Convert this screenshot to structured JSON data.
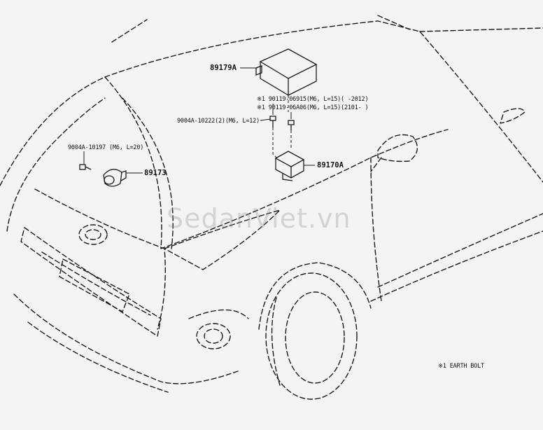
{
  "parts": {
    "p89179A": "89179A",
    "p89170A": "89170A",
    "p89173": "89173",
    "bolt_a": "9004A-10222(2)(M6, L=12)",
    "bolt_b": "9004A-10197 (M6, L=20)",
    "bolt_c": "※1  90119-06915(M6, L=15)(      -2012)",
    "bolt_d": "※1  90119-06A06(M6, L=15)(2101-      )"
  },
  "note": "※1 EARTH BOLT",
  "watermark": "SedanViet.vn",
  "colors": {
    "line": "#1a1a1a",
    "background": "#f4f4f4",
    "watermark": "#969696"
  }
}
